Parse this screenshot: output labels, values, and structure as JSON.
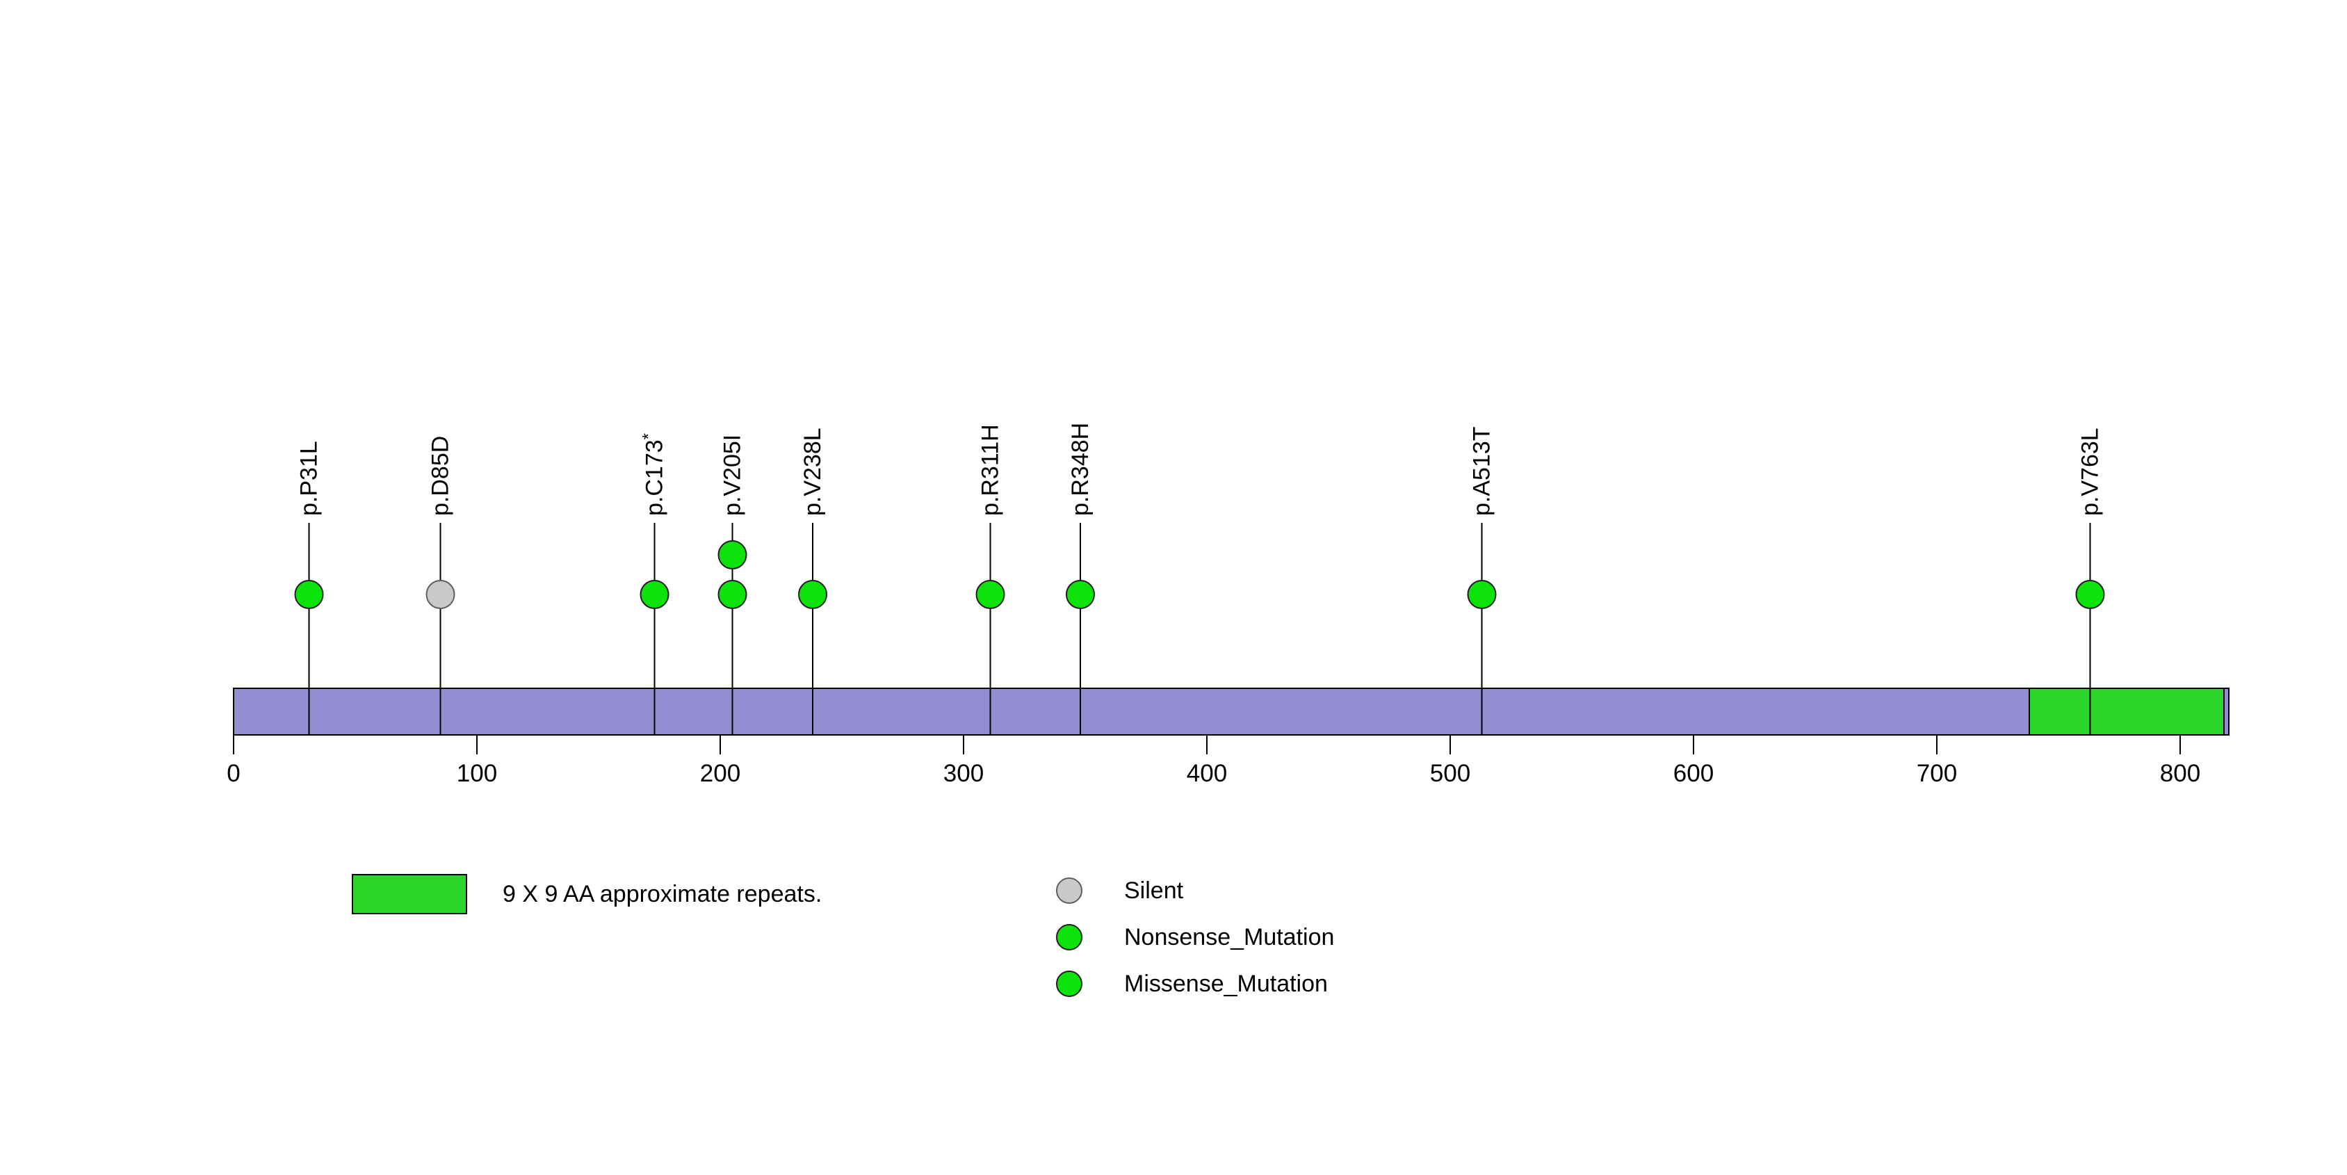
{
  "page": {
    "background_color": "#FFFFFF"
  },
  "chart_data": {
    "type": "lollipop",
    "title": "",
    "xlabel": "",
    "ylabel": "",
    "x_axis": {
      "min": 0,
      "max": 820,
      "ticks": [
        0,
        100,
        200,
        300,
        400,
        500,
        600,
        700,
        800
      ],
      "grid": false
    },
    "protein": {
      "length": 820,
      "backbone_color": "#938ED3",
      "outline_color": "#000000"
    },
    "domains": [
      {
        "label": "9 X 9 AA approximate repeats.",
        "start": 738,
        "end": 818,
        "color": "#2BD62B"
      }
    ],
    "mutation_types": [
      {
        "name": "Silent",
        "fill": "#C9C9C9",
        "stroke": "#5F5F5F"
      },
      {
        "name": "Nonsense_Mutation",
        "fill": "#0BE30B",
        "stroke": "#1E1E1E"
      },
      {
        "name": "Missense_Mutation",
        "fill": "#0BE30B",
        "stroke": "#1E1E1E"
      }
    ],
    "mutations": [
      {
        "label": "p.P31L",
        "position": 31,
        "type": "Missense_Mutation",
        "count": 1
      },
      {
        "label": "p.D85D",
        "position": 85,
        "type": "Silent",
        "count": 1
      },
      {
        "label": "p.C173*",
        "position": 173,
        "type": "Nonsense_Mutation",
        "count": 1
      },
      {
        "label": "p.V205I",
        "position": 205,
        "type": "Missense_Mutation",
        "count": 2
      },
      {
        "label": "p.V238L",
        "position": 238,
        "type": "Missense_Mutation",
        "count": 1
      },
      {
        "label": "p.R311H",
        "position": 311,
        "type": "Missense_Mutation",
        "count": 1
      },
      {
        "label": "p.R348H",
        "position": 348,
        "type": "Missense_Mutation",
        "count": 1
      },
      {
        "label": "p.A513T",
        "position": 513,
        "type": "Missense_Mutation",
        "count": 1
      },
      {
        "label": "p.V763L",
        "position": 763,
        "type": "Missense_Mutation",
        "count": 1
      }
    ],
    "legend": {
      "domain_items": [
        {
          "label": "9 X 9 AA approximate repeats.",
          "color": "#2BD62B"
        }
      ],
      "mutation_items": [
        {
          "label": "Silent",
          "color": "#C9C9C9",
          "stroke": "#5F5F5F"
        },
        {
          "label": "Nonsense_Mutation",
          "color": "#0BE30B",
          "stroke": "#1E1E1E"
        },
        {
          "label": "Missense_Mutation",
          "color": "#0BE30B",
          "stroke": "#1E1E1E"
        }
      ],
      "position": "bottom"
    }
  }
}
